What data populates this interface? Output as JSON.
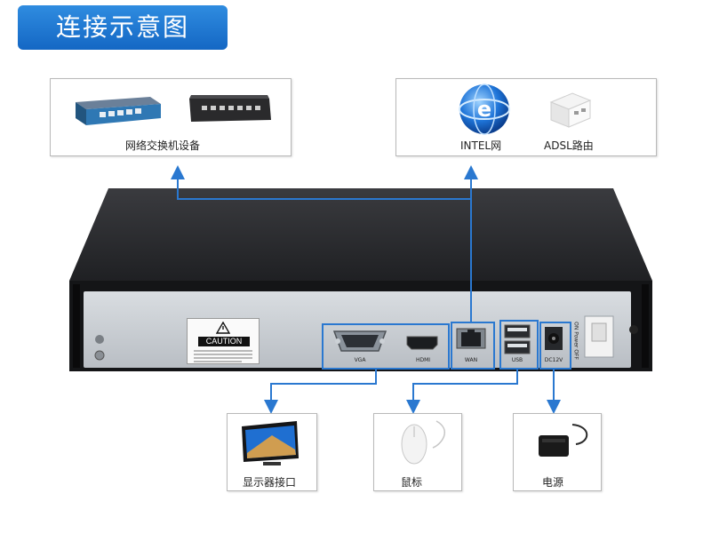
{
  "title": "连接示意图",
  "colors": {
    "accent": "#1f7ad4",
    "line": "#2a78d0",
    "device": "#2a2b2e"
  },
  "top_left": {
    "label": "网络交换机设备",
    "icon": "network-switch-icon"
  },
  "top_right": {
    "items": [
      {
        "label": "INTEL网",
        "icon": "internet-globe-icon"
      },
      {
        "label": "ADSL路由",
        "icon": "adsl-router-icon"
      }
    ]
  },
  "device": {
    "caution": "CAUTION",
    "ports": {
      "vga": "VGA",
      "hdmi": "HDMI",
      "wan": "WAN",
      "usb": "USB",
      "dc": "DC12V",
      "power": "ON Power OFF"
    }
  },
  "bottom": [
    {
      "label": "显示器接口",
      "icon": "monitor-icon"
    },
    {
      "label": "鼠标",
      "icon": "mouse-icon"
    },
    {
      "label": "电源",
      "icon": "power-adapter-icon"
    }
  ]
}
